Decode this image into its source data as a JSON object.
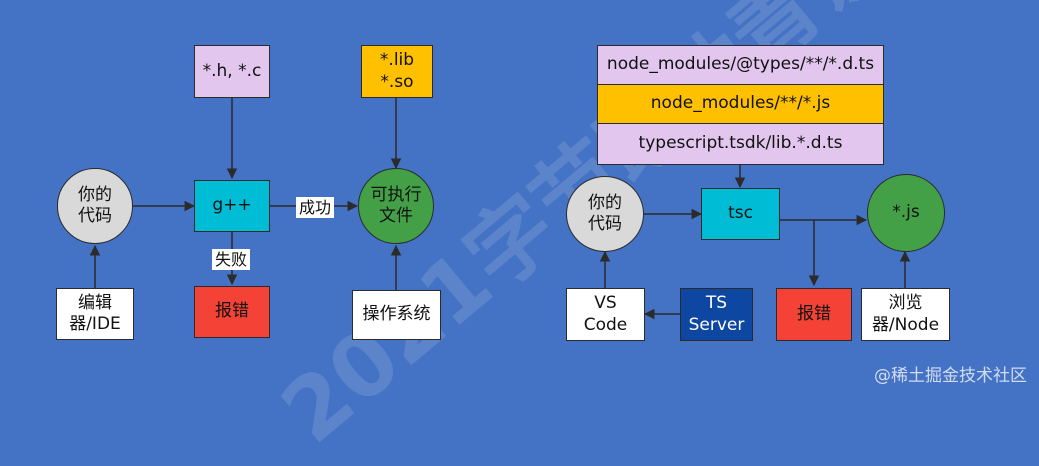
{
  "left": {
    "headers": "*.h, *.c",
    "libs": "*.lib\n*.so",
    "source": "你的\n代码",
    "compiler": "g++",
    "success": "成功",
    "failure": "失败",
    "executable": "可执行\n文件",
    "editor": "编辑\n器/IDE",
    "error": "报错",
    "os": "操作系统"
  },
  "right": {
    "types_1": "node_modules/@types/**/*.d.ts",
    "types_2": "node_modules/**/*.js",
    "types_3": "typescript.tsdk/lib.*.d.ts",
    "source": "你的\n代码",
    "compiler": "tsc",
    "output": "*.js",
    "vscode": "VS\nCode",
    "ts_server": "TS\nServer",
    "error": "报错",
    "runtime": "浏览\n器/Node"
  },
  "watermark": "2021字节跳动青训营",
  "credit": "@稀土掘金技术社区",
  "colors": {
    "background": "#4472c4",
    "lilac": "#e2c6ee",
    "gold": "#ffc000",
    "cyan": "#00bcd4",
    "green": "#43a047",
    "red": "#f44336",
    "navy": "#0d47a1"
  }
}
